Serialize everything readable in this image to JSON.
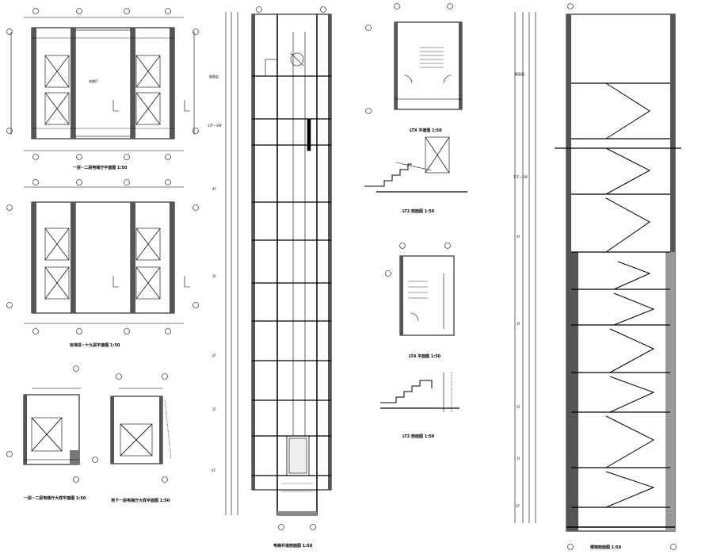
{
  "sheet": {
    "caption_core_plan_1": "一层~二层电梯厅平面图 1:50",
    "caption_core_plan_2": "标准层~十九层平面图 1:50",
    "caption_pit_plan_1": "一层~二层电梯厅大样平面图 1:50",
    "caption_pit_plan_2": "地下一层电梯厅大样平面图 1:50",
    "caption_shaft_section": "电梯井道剖面图 1:50",
    "caption_ltx_plan": "LTX 平面图 1:50",
    "caption_lt2_section": "LT2 剖面图 1:50",
    "caption_lt4_plan": "LT4 平面图 1:50",
    "caption_lt2_section_b": "LT2 剖面图 1:50",
    "caption_stair_section": "楼梯剖面图 1:50"
  },
  "labels": {
    "lift_room": "电梯厅",
    "floor_1f": "1F",
    "floor_b1": "-1F",
    "floor_2f": "2F",
    "floor_3f": "3F",
    "floor_4f": "4F",
    "floor_top": "17F~19F",
    "roof": "屋面层"
  },
  "colors": {
    "line": "#000000",
    "wall": "#555555",
    "hatch": "#888888"
  }
}
